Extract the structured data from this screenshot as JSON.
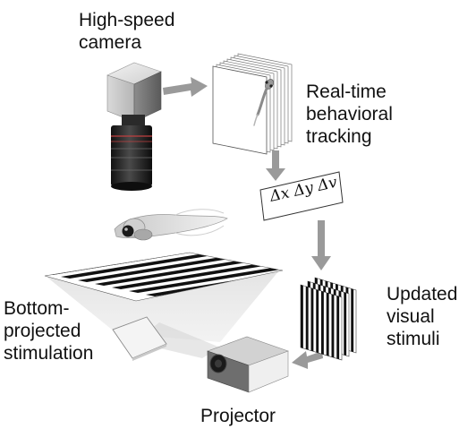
{
  "labels": {
    "camera": [
      "High-speed",
      "camera"
    ],
    "tracking": [
      "Real-time",
      "behavioral",
      "tracking"
    ],
    "delta": "Δx Δy Δv",
    "stimuli": [
      "Updated",
      "visual",
      "stimuli"
    ],
    "projection": [
      "Bottom-",
      "projected",
      "stimulation"
    ],
    "projector": "Projector"
  },
  "colors": {
    "arrow": "#9a9a9a",
    "text": "#111111",
    "stripe_dark": "#111111",
    "stripe_light": "#ffffff"
  }
}
